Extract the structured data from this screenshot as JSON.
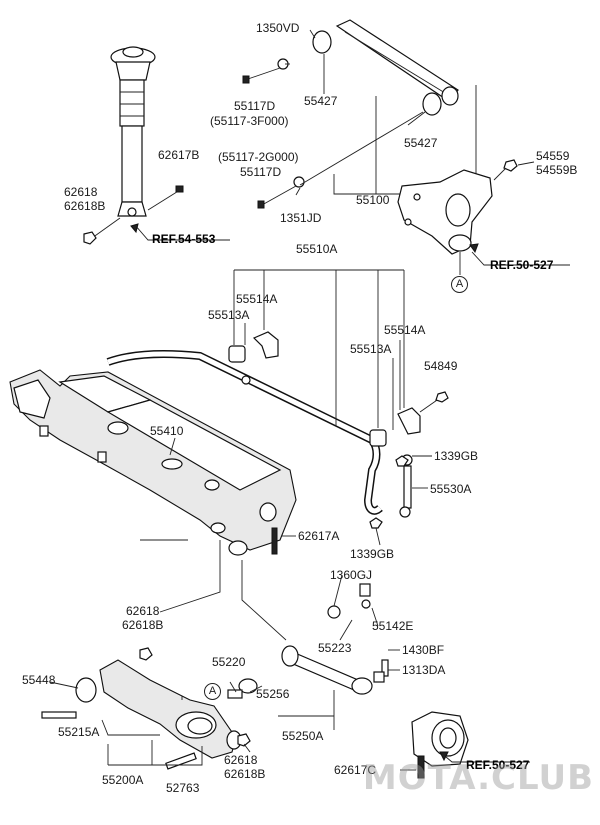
{
  "labels": {
    "l_1350VD": "1350VD",
    "l_55117D_a": "55117D",
    "l_55117_3F000": "(55117-3F000)",
    "l_55427_a": "55427",
    "l_62617B": "62617B",
    "l_55117_2G000": "(55117-2G000)",
    "l_55117D_b": "55117D",
    "l_55427_b": "55427",
    "l_62618_a": "62618",
    "l_62618B_a": "62618B",
    "l_1351JD": "1351JD",
    "l_55100": "55100",
    "l_54559": "54559",
    "l_54559B": "54559B",
    "l_55510A": "55510A",
    "l_55514A_a": "55514A",
    "l_55513A_a": "55513A",
    "l_55514A_b": "55514A",
    "l_55513A_b": "55513A",
    "l_54849": "54849",
    "l_55410": "55410",
    "l_1339GB_a": "1339GB",
    "l_55530A": "55530A",
    "l_62617A": "62617A",
    "l_1339GB_b": "1339GB",
    "l_1360GJ": "1360GJ",
    "l_62618_b": "62618",
    "l_62618B_b": "62618B",
    "l_55142E": "55142E",
    "l_55223": "55223",
    "l_1430BF": "1430BF",
    "l_55448": "55448",
    "l_55220": "55220",
    "l_1313DA": "1313DA",
    "l_55215A": "55215A",
    "l_55256": "55256",
    "l_55250A": "55250A",
    "l_55200A": "55200A",
    "l_62618_c": "62618",
    "l_62618B_c": "62618B",
    "l_52763": "52763",
    "l_62617C": "62617C"
  },
  "refs": {
    "ref_54_553": "REF.54-553",
    "ref_50_527_a": "REF.50-527",
    "ref_50_527_b": "REF.50-527"
  },
  "markers": {
    "circle_a_top": "A",
    "circle_a_bottom": "A"
  },
  "watermark": "MOTA.CLUB"
}
